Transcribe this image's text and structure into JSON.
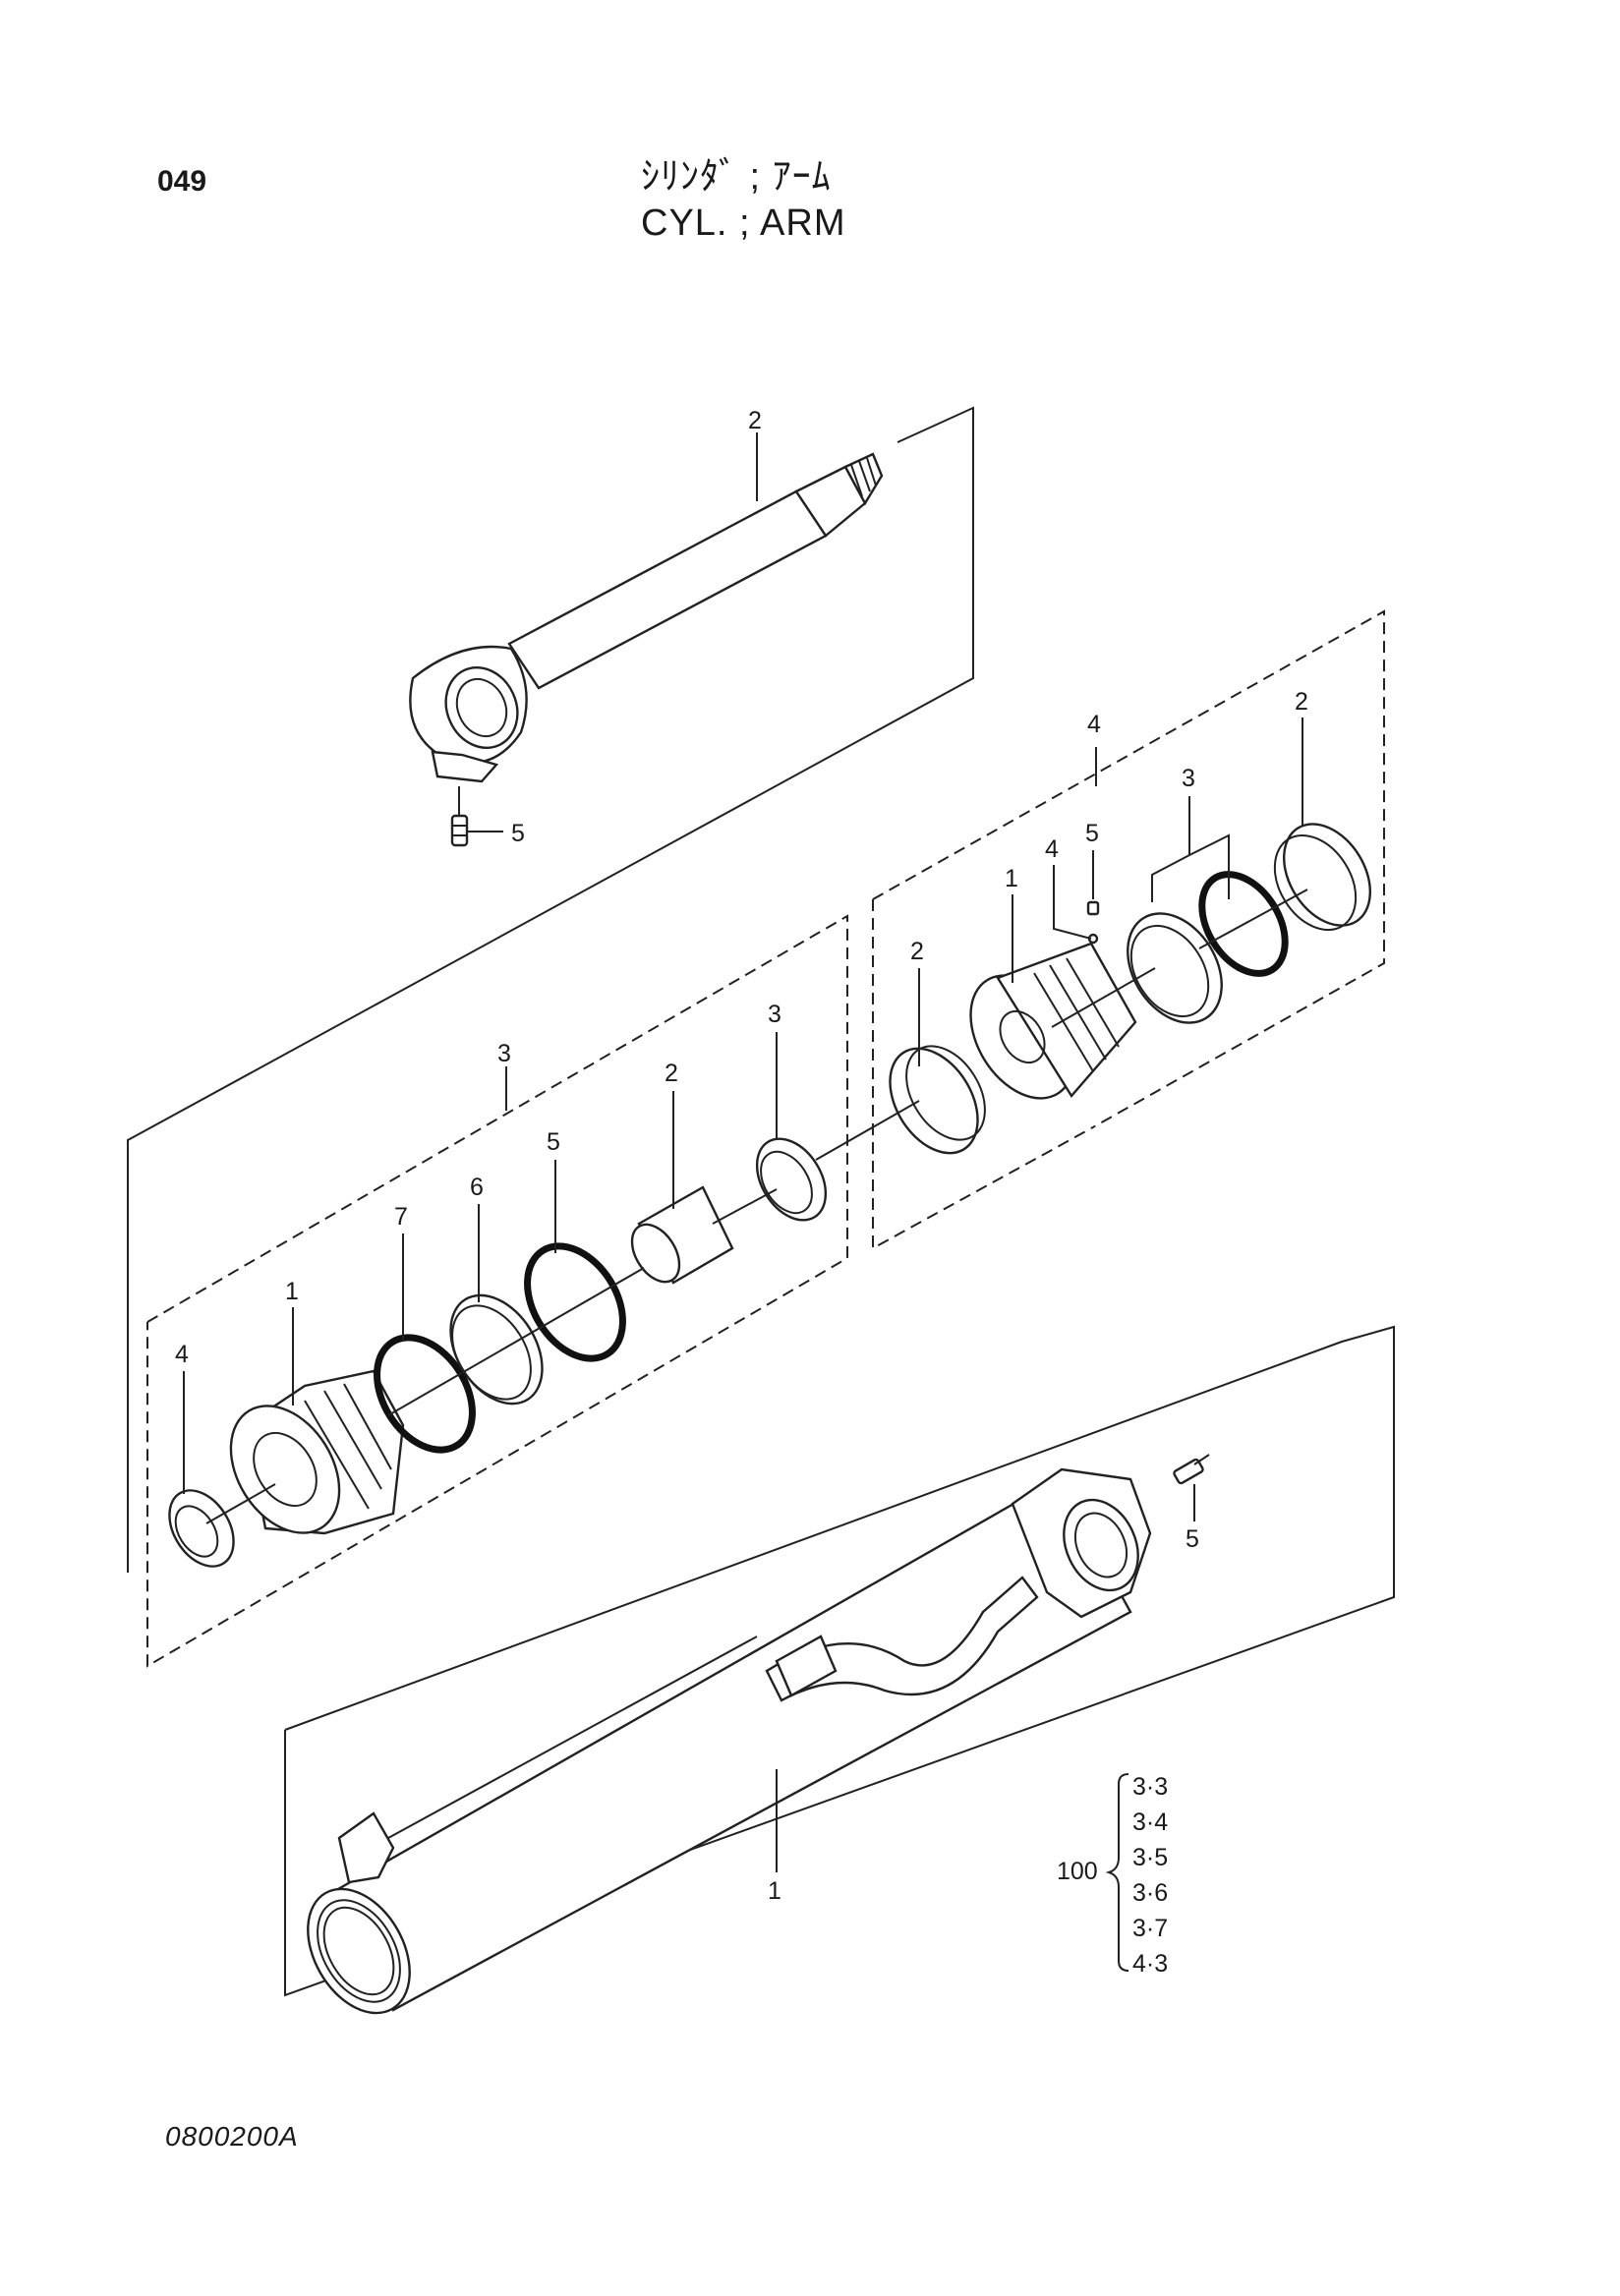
{
  "header": {
    "page_number": "049",
    "title_jp": "ｼﾘﾝﾀﾞ ; ｱｰﾑ",
    "title_en": "CYL. ; ARM"
  },
  "footer": {
    "drawing_code": "0800200A"
  },
  "labels": {
    "rod_2": "2",
    "rod_fitting_5": "5",
    "head_assy_3": "3",
    "head_1": "1",
    "head_ring_4": "4",
    "head_oring_7": "7",
    "head_ring_6": "6",
    "head_oring_5": "5",
    "head_bushing_2": "2",
    "head_seal_3": "3",
    "piston_assy_4": "4",
    "piston_1": "1",
    "piston_ball_4": "4",
    "piston_screw_5": "5",
    "piston_seal_3": "3",
    "piston_ring_2_left": "2",
    "piston_ring_2_right": "2",
    "tube_1": "1",
    "tube_fitting_5": "5"
  },
  "applicability": {
    "prefix": "100",
    "models": [
      "3·3",
      "3·4",
      "3·5",
      "3·6",
      "3·7",
      "4·3"
    ]
  }
}
